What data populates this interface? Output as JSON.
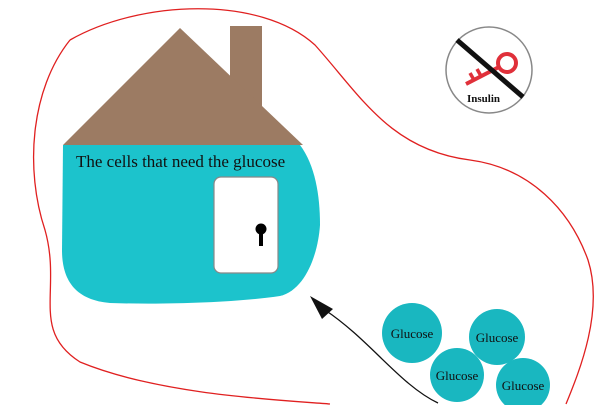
{
  "cells": {
    "label": "The cells that need the glucose"
  },
  "insulin_sign": {
    "label": "Insulin",
    "icon": "crossed-out-key-icon"
  },
  "glucose_molecules": [
    {
      "label": "Glucose"
    },
    {
      "label": "Glucose"
    },
    {
      "label": "Glucose"
    },
    {
      "label": "Glucose"
    }
  ],
  "colors": {
    "boundary": "#e02020",
    "roof": "#9c7b63",
    "cell_body": "#1cc3cc",
    "glucose": "#19b7c0",
    "key": "#e0303a",
    "door": "#ffffff"
  }
}
